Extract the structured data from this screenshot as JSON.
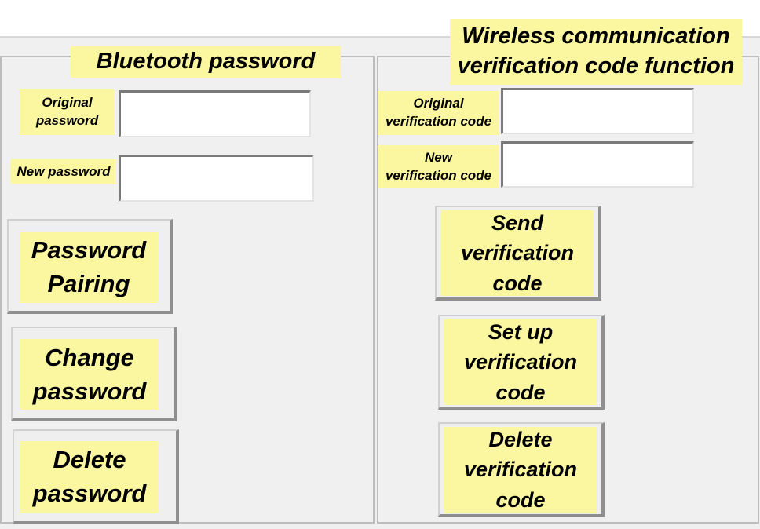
{
  "bluetooth": {
    "title": "Bluetooth password",
    "original_label": "Original\npassword",
    "new_label": "New password",
    "original_value": "",
    "new_value": "",
    "pair_button": "Password\nPairing",
    "change_button": "Change\npassword",
    "delete_button": "Delete\npassword"
  },
  "wireless": {
    "title": "Wireless communication\nverification code function",
    "original_label": "Original\nverification code",
    "new_label": "New\nverification code",
    "original_value": "",
    "new_value": "",
    "send_button": "Send\nverification\ncode",
    "setup_button": "Set up\nverification\ncode",
    "delete_button": "Delete\nverification\ncode"
  },
  "colors": {
    "label_bg": "#fbf7a1",
    "form_bg": "#f0f0f0"
  }
}
